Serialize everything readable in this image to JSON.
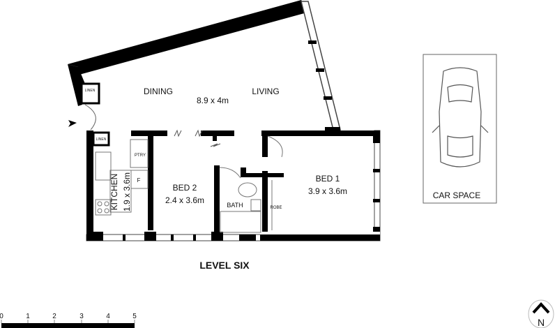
{
  "plan": {
    "level_title": "LEVEL SIX",
    "rooms": {
      "dining": "DINING",
      "living": "LIVING",
      "dining_living_size": "8.9 x 4m",
      "bed1": "BED 1",
      "bed1_size": "3.9 x 3.6m",
      "bed2": "BED 2",
      "bed2_size": "2.4 x 3.6m",
      "kitchen": "KITCHEN",
      "kitchen_size": "1.9 x 3.6m",
      "bath": "BATH",
      "robe": "ROBE",
      "pantry": "PTRY",
      "fridge": "F",
      "linen_1": "LINEN",
      "linen_2": "LINEN",
      "car_space": "CAR SPACE"
    },
    "scale": {
      "ticks": [
        "0",
        "1",
        "2",
        "3",
        "4",
        "5"
      ]
    },
    "north": "N",
    "colors": {
      "wall": "#000000",
      "line": "#555555"
    }
  }
}
